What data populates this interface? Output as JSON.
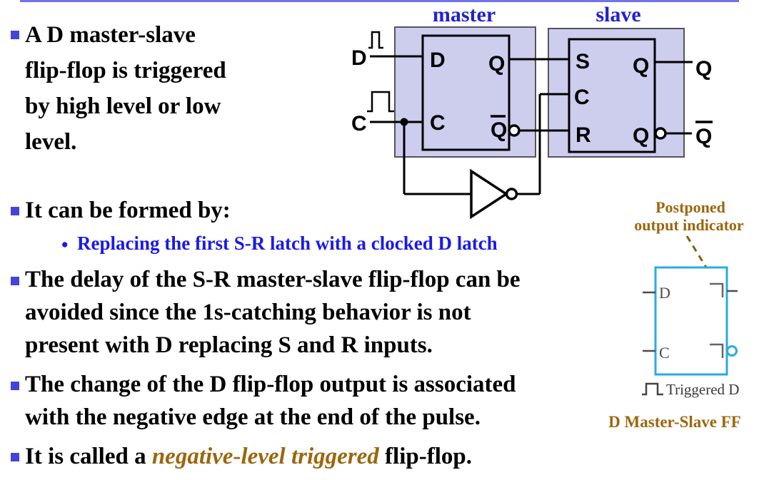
{
  "slide": {
    "bullets": {
      "b1": "A D master-slave\nflip-flop is triggered\nby high level or low\nlevel.",
      "b2": "It can be formed by:",
      "sub1_marker": "•",
      "sub1": "Replacing the first S-R latch with a clocked D latch",
      "b3": "The delay of the S-R master-slave flip-flop can be\navoided since the 1s-catching behavior is not\npresent with D replacing S and R inputs.",
      "b4": "The change of the D flip-flop output is associated\nwith the negative edge at the end of the pulse.",
      "b5_prefix": "It is called a ",
      "b5_italic": "negative-level triggered",
      "b5_suffix": " flip-flop."
    }
  },
  "diagram": {
    "master_label": "master",
    "slave_label": "slave",
    "master_latch": {
      "d": "D",
      "c": "C",
      "q": "Q",
      "qbar": "Q"
    },
    "slave_latch": {
      "s": "S",
      "c": "C",
      "r": "R",
      "q_top": "Q",
      "q_bottom": "Q"
    },
    "external": {
      "d_in": "D",
      "c_in": "C",
      "q_out": "Q",
      "qbar_out": "Q"
    }
  },
  "ff_symbol": {
    "annotation_line1": "Postponed",
    "annotation_line2": "output indicator",
    "d_label": "D",
    "c_label": "C",
    "caption": "Triggered D",
    "title": "D Master-Slave FF"
  },
  "colors": {
    "top_rule": "#7272ea",
    "bullet_square": "#4444d8",
    "sub_bullet_blue": "#1a1ae8",
    "diagram_label_blue": "#2222cc",
    "accent_brown": "#9c660e",
    "symbol_cyan": "#29abe2",
    "latch_fill_lavender": "#cdcdee",
    "latch_outer_border": "#55555a",
    "indicator_gray": "#666666"
  }
}
